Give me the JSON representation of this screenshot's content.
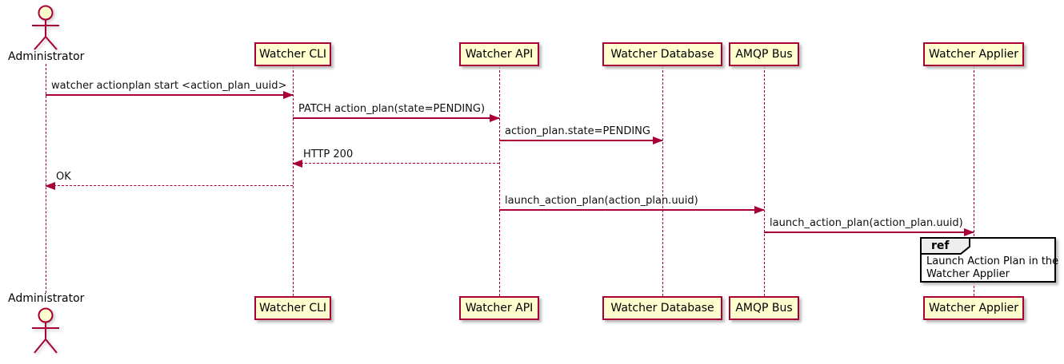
{
  "diagram": {
    "type": "sequence-diagram",
    "colors": {
      "participant_fill": "#FEFECE",
      "border": "#A80036",
      "arrow": "#A80036",
      "lifeline": "#A80036",
      "ref_header_fill": "#EEEEEE",
      "ref_border": "#000000",
      "text": "#000000",
      "background": "#FFFFFF"
    },
    "actor": {
      "name": "Administrator"
    },
    "participants": [
      {
        "name": "Watcher CLI"
      },
      {
        "name": "Watcher API"
      },
      {
        "name": "Watcher Database"
      },
      {
        "name": "AMQP Bus"
      },
      {
        "name": "Watcher Applier"
      }
    ],
    "messages": [
      {
        "label": "watcher actionplan start <action_plan_uuid>",
        "from": "Administrator",
        "to": "Watcher CLI",
        "line": "solid"
      },
      {
        "label": "PATCH action_plan(state=PENDING)",
        "from": "Watcher CLI",
        "to": "Watcher API",
        "line": "solid"
      },
      {
        "label": "action_plan.state=PENDING",
        "from": "Watcher API",
        "to": "Watcher Database",
        "line": "solid"
      },
      {
        "label": "HTTP 200",
        "from": "Watcher API",
        "to": "Watcher CLI",
        "line": "dashed"
      },
      {
        "label": "OK",
        "from": "Watcher CLI",
        "to": "Administrator",
        "line": "dashed"
      },
      {
        "label": "launch_action_plan(action_plan.uuid)",
        "from": "Watcher API",
        "to": "AMQP Bus",
        "line": "solid"
      },
      {
        "label": "launch_action_plan(action_plan.uuid)",
        "from": "AMQP Bus",
        "to": "Watcher Applier",
        "line": "solid"
      }
    ],
    "ref_fragment": {
      "keyword": "ref",
      "line1": "Launch Action Plan in the",
      "line2": "Watcher Applier"
    }
  }
}
